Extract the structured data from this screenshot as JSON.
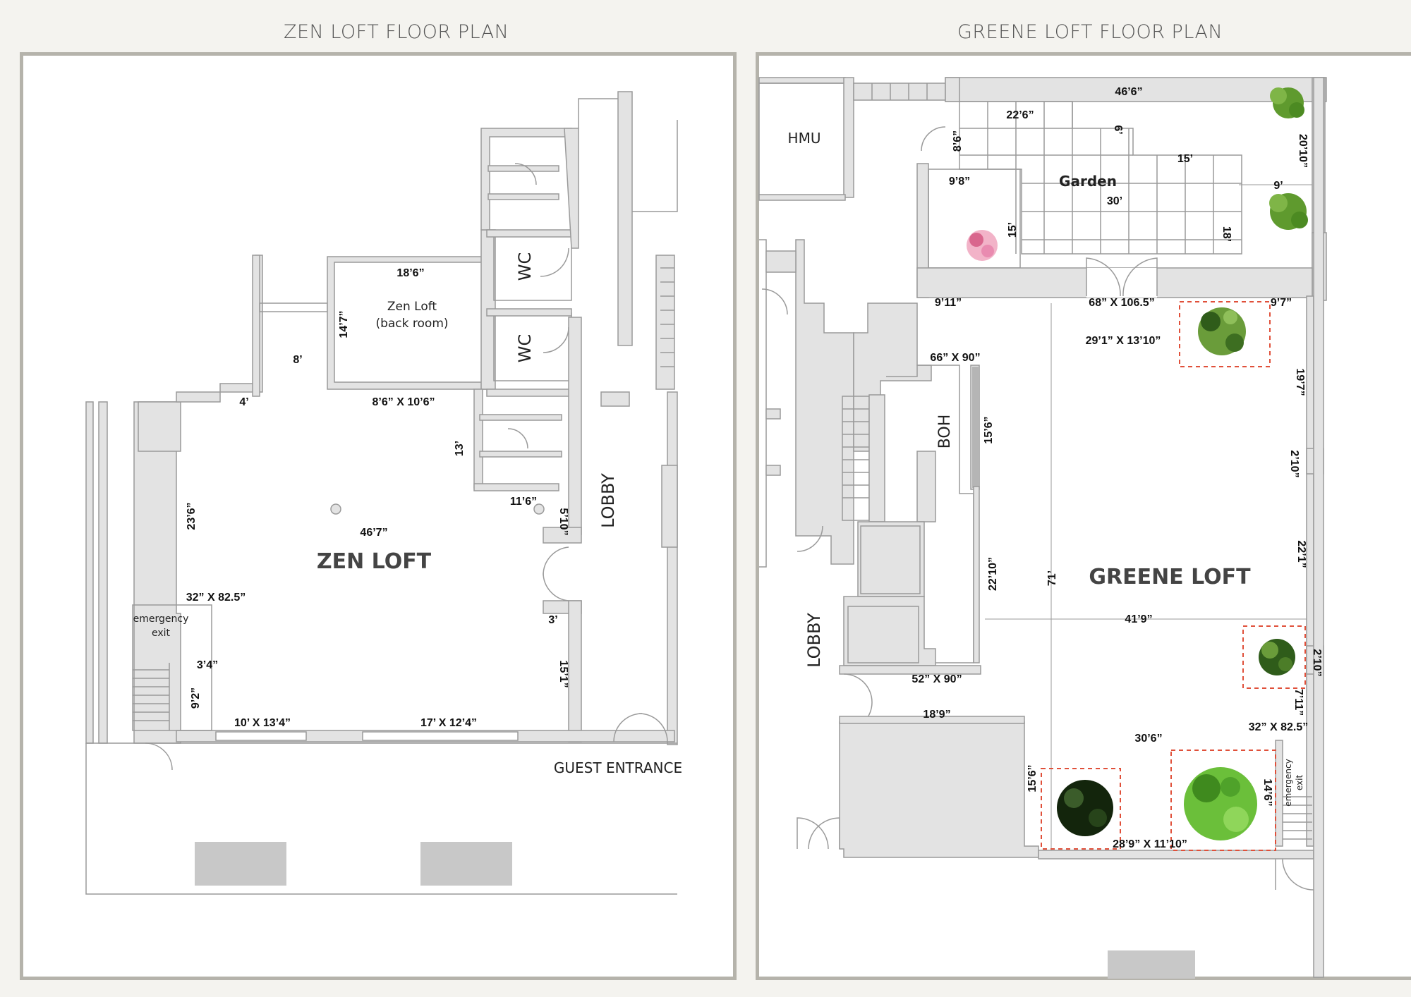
{
  "titles": {
    "zen": "ZEN LOFT FLOOR PLAN",
    "greene": "GREENE LOFT FLOOR PLAN"
  },
  "zen": {
    "room_name": "ZEN LOFT",
    "back_room_line1": "Zen Loft",
    "back_room_line2": "(back room)",
    "wc1": "WC",
    "wc2": "WC",
    "lobby": "LOBBY",
    "emergency_line1": "emergency",
    "emergency_line2": "exit",
    "guest_entrance": "GUEST ENTRANCE",
    "dims": {
      "back_width": "18’6”",
      "back_height": "14’7”",
      "d8": "8’",
      "d4": "4’",
      "back_door": "8’6” X 10’6”",
      "d13": "13’",
      "d23_6": "23’6”",
      "d46_7": "46’7”",
      "d11_6": "11’6”",
      "d5_10": "5’10”",
      "d32": "32” X 82.5”",
      "d3": "3’",
      "d3_4": "3’4”",
      "d15_1": "15’1”",
      "d9_2": "9’2”",
      "d10": "10’ X 13’4”",
      "d17": "17’ X 12’4”"
    }
  },
  "greene": {
    "room_name": "GREENE LOFT",
    "hmu": "HMU",
    "garden": "Garden",
    "boh": "BOH",
    "lobby": "LOBBY",
    "emergency_line1": "emergency",
    "emergency_line2": "exit",
    "dims": {
      "d46_6": "46’6”",
      "d22_6": "22’6”",
      "d6": "6’",
      "d8_6": "8’6”",
      "d20_10": "20’10”",
      "d15a": "15’",
      "d9_8": "9’8”",
      "d30": "30’",
      "d9": "9’",
      "d15b": "15’",
      "d18": "18’",
      "d9_11": "9’11”",
      "d68": "68” X 106.5”",
      "d9_7": "9’7”",
      "d29_1": "29’1” X 13’10”",
      "d66": "66” X 90”",
      "d19_7": "19’7”",
      "d15_6a": "15’6”",
      "d2_10a": "2’10”",
      "d22_1": "22’1”",
      "d22_10": "22’10”",
      "d71": "71’",
      "d41_9": "41’9”",
      "d2_10b": "2’10”",
      "d52": "52” X 90”",
      "d7_11": "7’11”",
      "d18_9": "18’9”",
      "d32": "32” X 82.5”",
      "d30_6": "30’6”",
      "d15_6b": "15’6”",
      "d14_6": "14’6”",
      "d28_9": "28’9” X 11’10”"
    }
  },
  "colors": {
    "wall_fill": "#e3e3e3",
    "wall_stroke": "#9a9a9a",
    "panel_border": "#b5b3ab",
    "dashed_zone": "#e0503a",
    "plant": "#5f9a2e"
  }
}
